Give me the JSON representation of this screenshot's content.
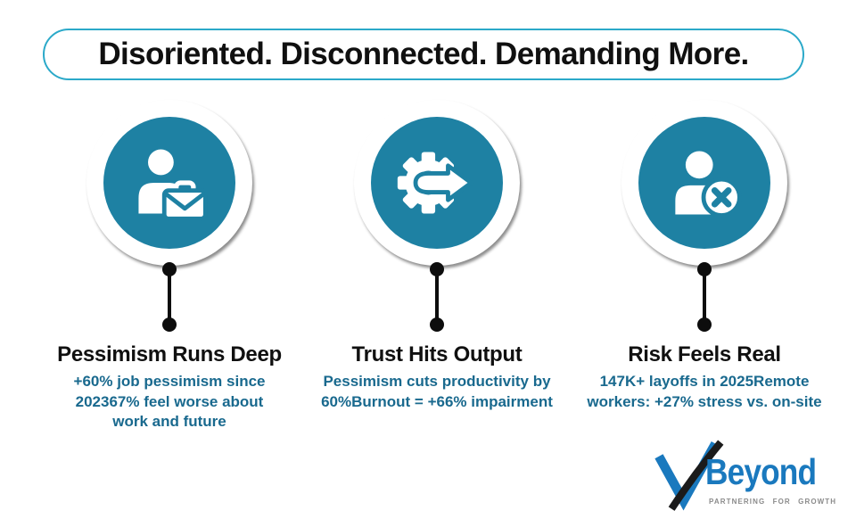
{
  "title": "Disoriented. Disconnected. Demanding More.",
  "colors": {
    "teal": "#1E81A3",
    "accent-border": "#2BA9C9",
    "body-text": "#19698E",
    "heading": "#101010",
    "logo-blue": "#1A79BE",
    "logo-black": "#1B1B1B",
    "tagline-gray": "#8B8B8B"
  },
  "columns": [
    {
      "icon": "person-briefcase-icon",
      "heading": "Pessimism Runs Deep",
      "body": "+60% job pessimism since 202367% feel worse about work and future"
    },
    {
      "icon": "gear-arrow-icon",
      "heading": "Trust Hits Output",
      "body": "Pessimism cuts productivity by 60%Burnout = +66% impairment"
    },
    {
      "icon": "person-remove-icon",
      "heading": "Risk Feels Real",
      "body": "147K+ layoffs in 2025Remote workers: +27% stress vs. on-site"
    }
  ],
  "logo": {
    "brand": "Beyond",
    "tagline": "PARTNERING FOR GROWTH",
    "mark": "check-v-mark"
  }
}
